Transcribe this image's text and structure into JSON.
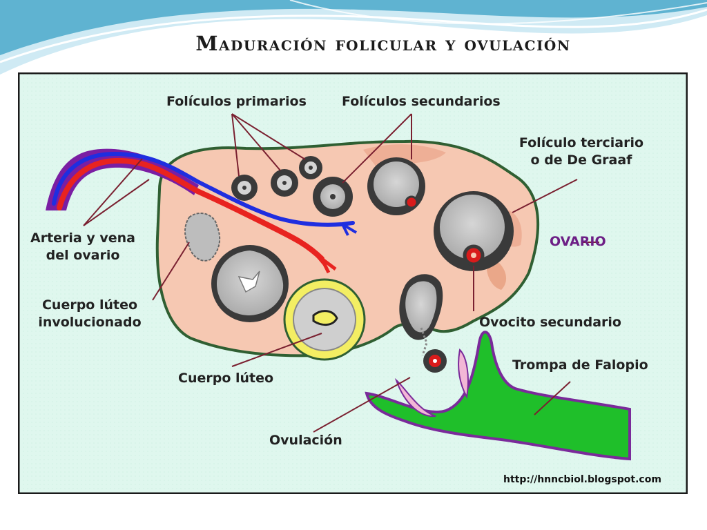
{
  "slide": {
    "title": "Maduración folicular y ovulación",
    "accent_colors": {
      "wave_dark": "#5fb3d1",
      "wave_light": "#cfeaf4",
      "panel_bg": "#dff7ee"
    }
  },
  "diagram": {
    "labels": {
      "foliculos_primarios": "Folículos primarios",
      "foliculos_secundarios": "Folículos secundarios",
      "foliculo_terciario_1": "Folículo terciario",
      "foliculo_terciario_2": "o de De Graaf",
      "ovario": "OVARIO",
      "arteria_1": "Arteria y vena",
      "arteria_2": "del ovario",
      "cuerpo_involucionado_1": "Cuerpo lúteo",
      "cuerpo_involucionado_2": "involucionado",
      "ovocito": "Ovocito secundario",
      "trompa": "Trompa de Falopio",
      "cuerpo_luteo": "Cuerpo lúteo",
      "ovulacion": "Ovulación",
      "source": "http://hnncbiol.blogspot.com"
    },
    "colors": {
      "ovary_fill": "#f6c8b2",
      "ovary_outline": "#2f5f32",
      "artery": "#e8231f",
      "vein": "#1f2ee0",
      "vessel_purple": "#7a1ea3",
      "follicle_dark": "#3a3a3a",
      "follicle_gray": "#bdbdbd",
      "oocyte_red": "#d91b1b",
      "corpus_luteum_yellow": "#f3ee63",
      "fallopian_green": "#1fbf2a",
      "fallopian_outline": "#7a2a9a",
      "pointer_line": "#7a2030"
    }
  }
}
